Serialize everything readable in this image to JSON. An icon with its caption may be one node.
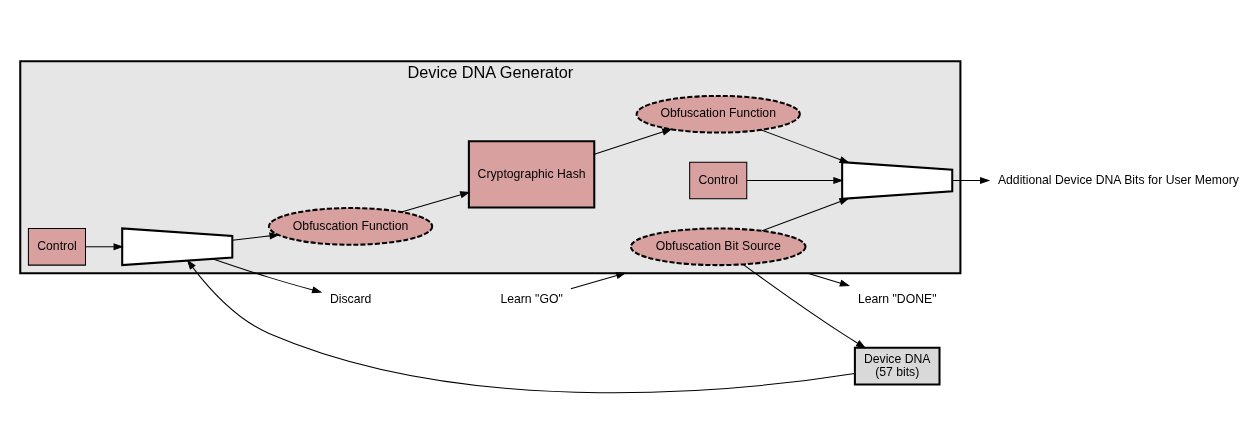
{
  "diagram": {
    "nodes": [
      {
        "text": [
          "Device DNA Generator"
        ]
      },
      {
        "text": [
          "Obfuscation Bit Source"
        ],
        "in": 0
      },
      {
        "text": [
          "Device DNA",
          "(57 bits)"
        ]
      },
      {
        "text": [
          "Control"
        ],
        "in": 0
      },
      {
        "text": [],
        "shape": "trapezoid",
        "in": 0
      },
      {
        "text": [
          "Obfuscation Function"
        ],
        "in": 0
      },
      {
        "text": [
          "Cryptographic Hash"
        ],
        "in": 0
      },
      {
        "text": [
          "Control"
        ],
        "in": 0
      },
      {
        "text": [
          "Obfuscation Function"
        ],
        "in": 0
      },
      {
        "text": [],
        "shape": "trapezoid",
        "in": 0
      },
      {
        "text": [
          "Learn \"GO\""
        ]
      },
      {
        "text": [
          "Discard"
        ]
      },
      {
        "text": [
          "Learn \"DONE\""
        ]
      },
      {
        "text": [
          "Additional Device DNA Bits for User Memory"
        ]
      }
    ],
    "edges": [
      {
        "from": 1,
        "to": 2,
        "arrow": "to"
      },
      {
        "from": 2,
        "to": 4,
        "arrow": "to"
      },
      {
        "from": 1,
        "to": 9,
        "arrow": "to"
      },
      {
        "from": 3,
        "to": 4,
        "arrow": "to"
      },
      {
        "from": 4,
        "to": 5,
        "arrow": "to"
      },
      {
        "from": 4,
        "to": 11,
        "arrow": "to"
      },
      {
        "from": 5,
        "to": 6,
        "arrow": "to"
      },
      {
        "from": 6,
        "to": 8,
        "arrow": "to"
      },
      {
        "from": 8,
        "to": 9,
        "arrow": "to"
      },
      {
        "from": 7,
        "to": 9,
        "arrow": "to"
      },
      {
        "from": 9,
        "to": 13,
        "arrow": "to"
      },
      {
        "from": 10,
        "to": 0,
        "arrow": "to"
      },
      {
        "from": 0,
        "to": 12,
        "arrow": "to"
      }
    ]
  }
}
